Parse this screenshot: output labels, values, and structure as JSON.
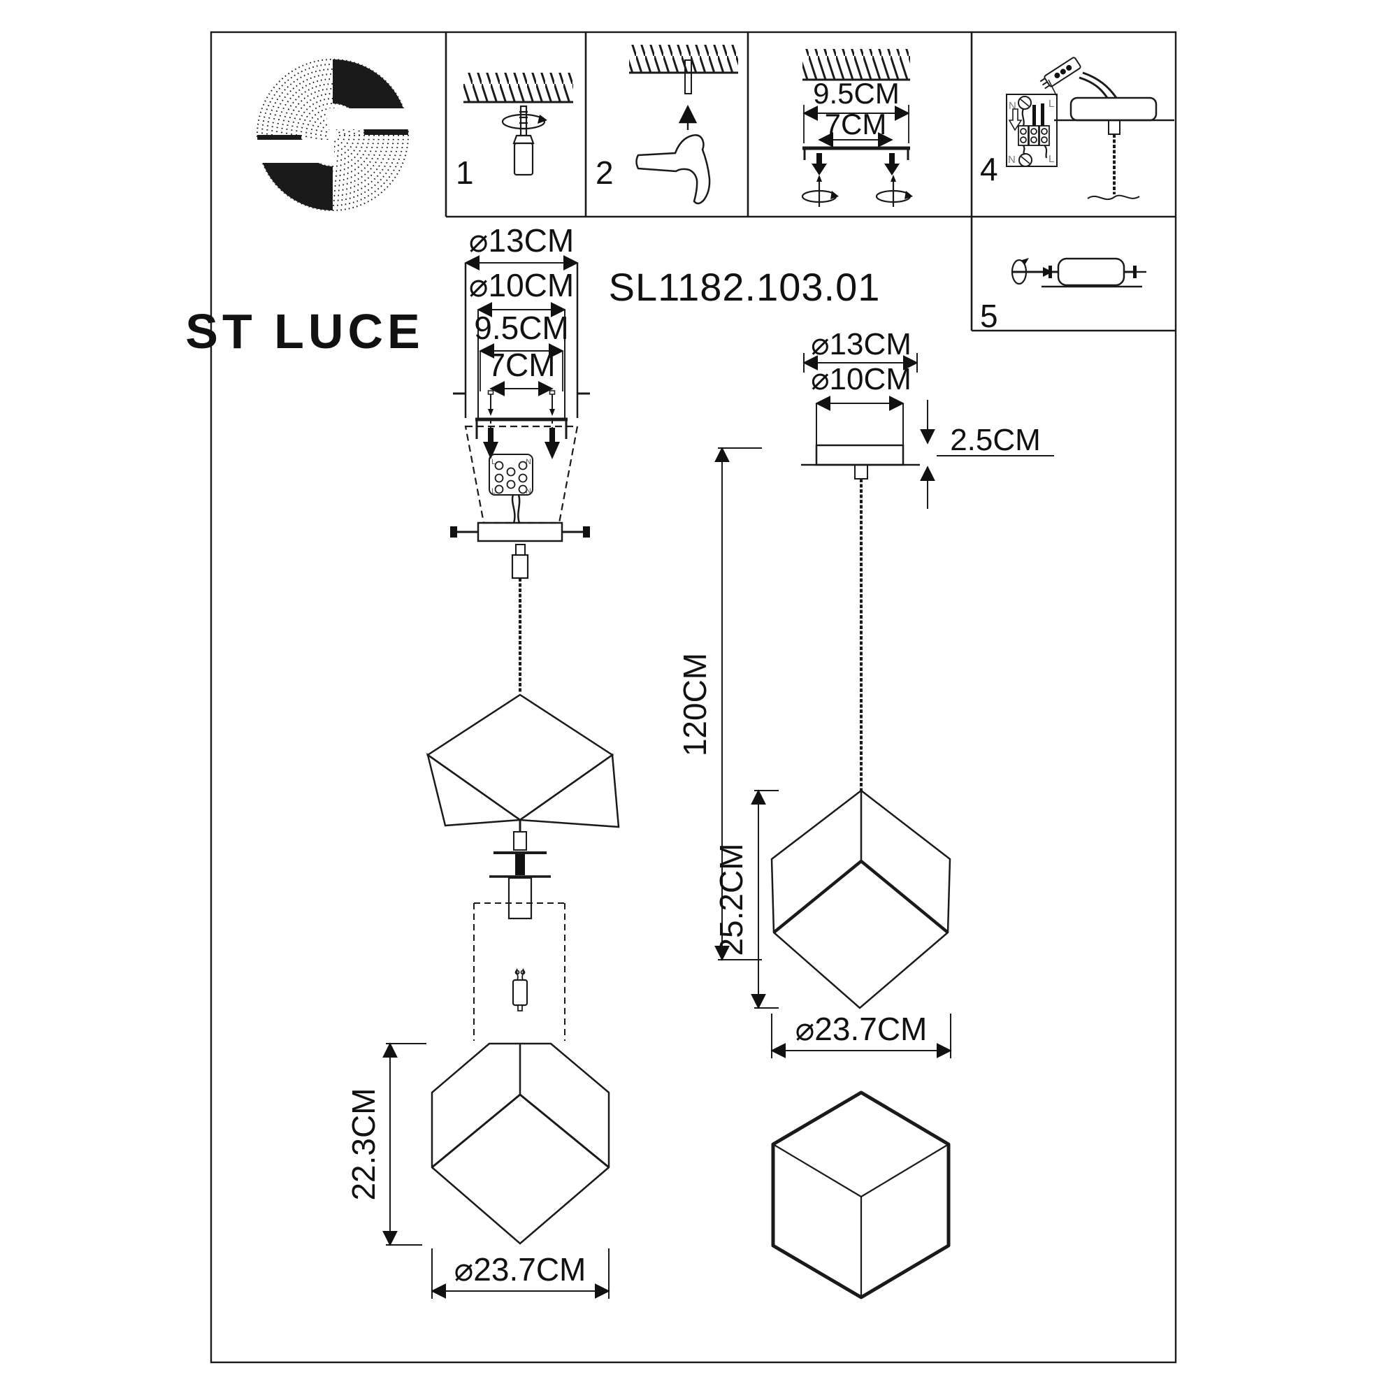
{
  "brand": {
    "name": "ST LUCE"
  },
  "product": {
    "model": "SL1182.103.01"
  },
  "colors": {
    "ink": "#1a1a1a",
    "paper": "#ffffff"
  },
  "steps": {
    "step1": "1",
    "step2": "2",
    "step4": "4",
    "step5": "5"
  },
  "cell3": {
    "width": "9.5CM",
    "holes": "7CM"
  },
  "wiring": {
    "n": "N",
    "l": "L"
  },
  "exploded": {
    "d13": "⌀13CM",
    "d10": "⌀10CM",
    "d95": "9.5CM",
    "d7": "7CM",
    "h223": "22.3CM",
    "d237": "⌀23.7CM"
  },
  "assembled": {
    "d13": "⌀13CM",
    "d10": "⌀10CM",
    "h25": "2.5CM",
    "len120": "120CM",
    "h252": "25.2CM",
    "d237": "⌀23.7CM"
  }
}
